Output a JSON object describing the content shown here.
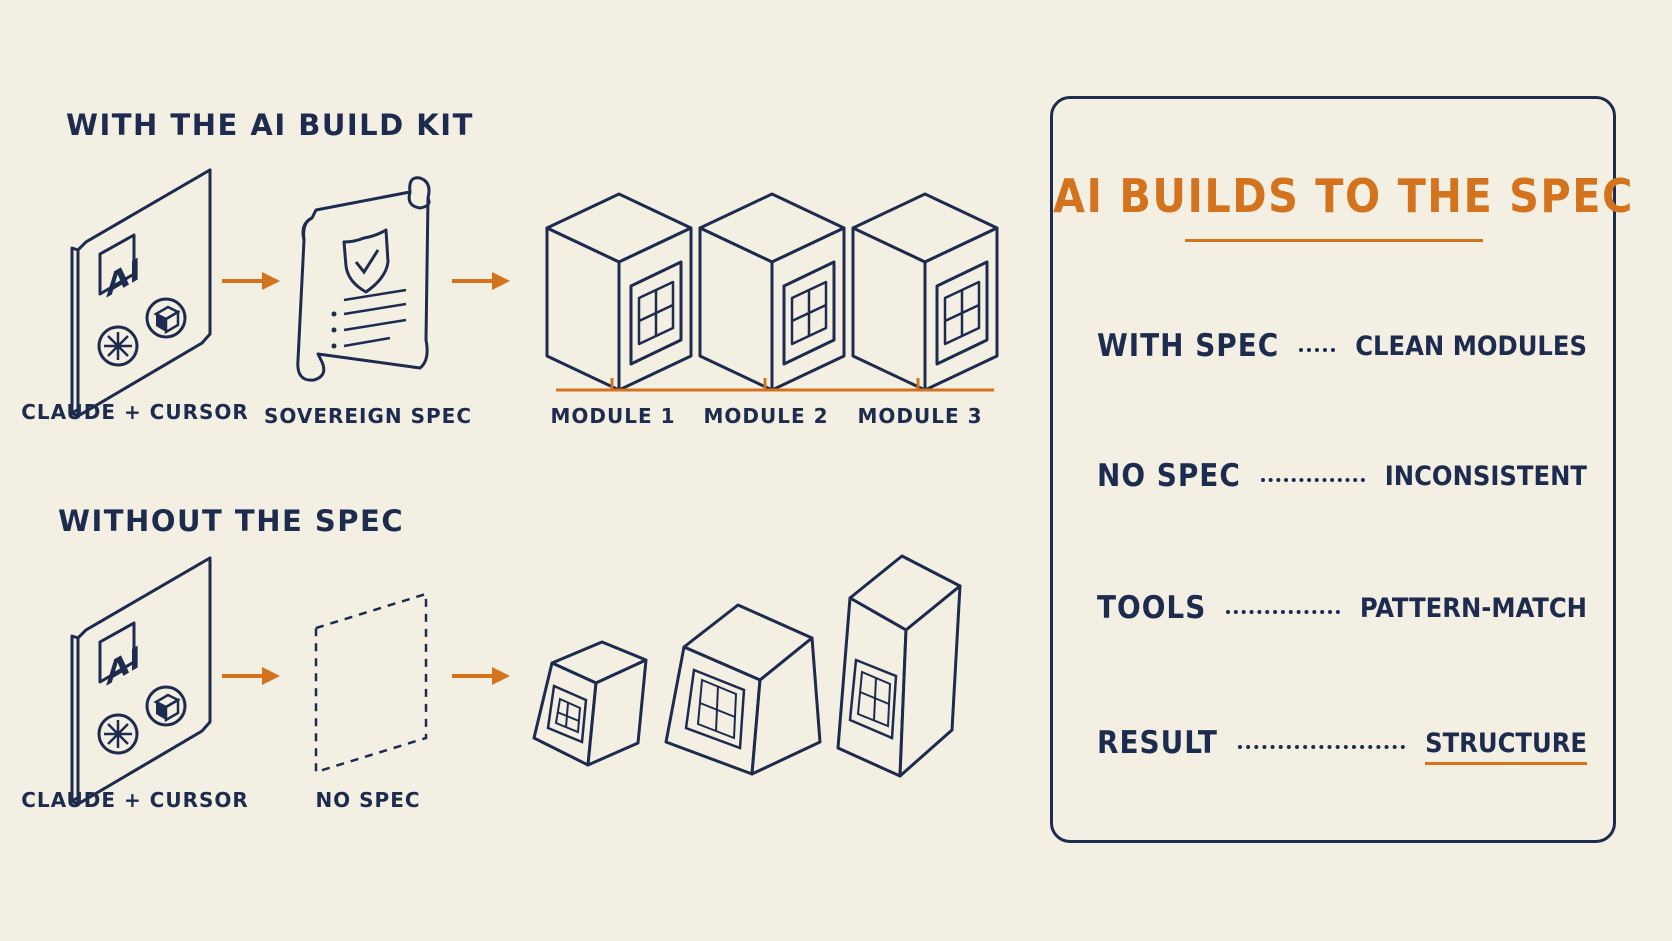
{
  "colors": {
    "background": "#f4efe3",
    "ink": "#1c2b4e",
    "accent": "#d4731e"
  },
  "top_row": {
    "heading": "WITH THE AI BUILD KIT",
    "tool_label": "CLAUDE + CURSOR",
    "tool_badge": "AI",
    "spec_label": "SOVEREIGN SPEC",
    "modules": [
      "MODULE 1",
      "MODULE 2",
      "MODULE 3"
    ]
  },
  "bottom_row": {
    "heading": "WITHOUT THE SPEC",
    "tool_label": "CLAUDE + CURSOR",
    "tool_badge": "AI",
    "spec_label": "NO SPEC"
  },
  "panel": {
    "title": "AI BUILDS TO THE SPEC",
    "rows": [
      {
        "key": "WITH SPEC",
        "value": "CLEAN MODULES"
      },
      {
        "key": "NO SPEC",
        "value": "INCONSISTENT"
      },
      {
        "key": "TOOLS",
        "value": "PATTERN-MATCH"
      },
      {
        "key": "RESULT",
        "value": "STRUCTURE"
      }
    ]
  },
  "icons": {
    "tool": "ai-tablet-icon",
    "spec": "scroll-shield-icon",
    "missing_spec": "dashed-empty-page-icon",
    "module": "cube-module-icon",
    "arrow": "arrow-right-icon"
  }
}
